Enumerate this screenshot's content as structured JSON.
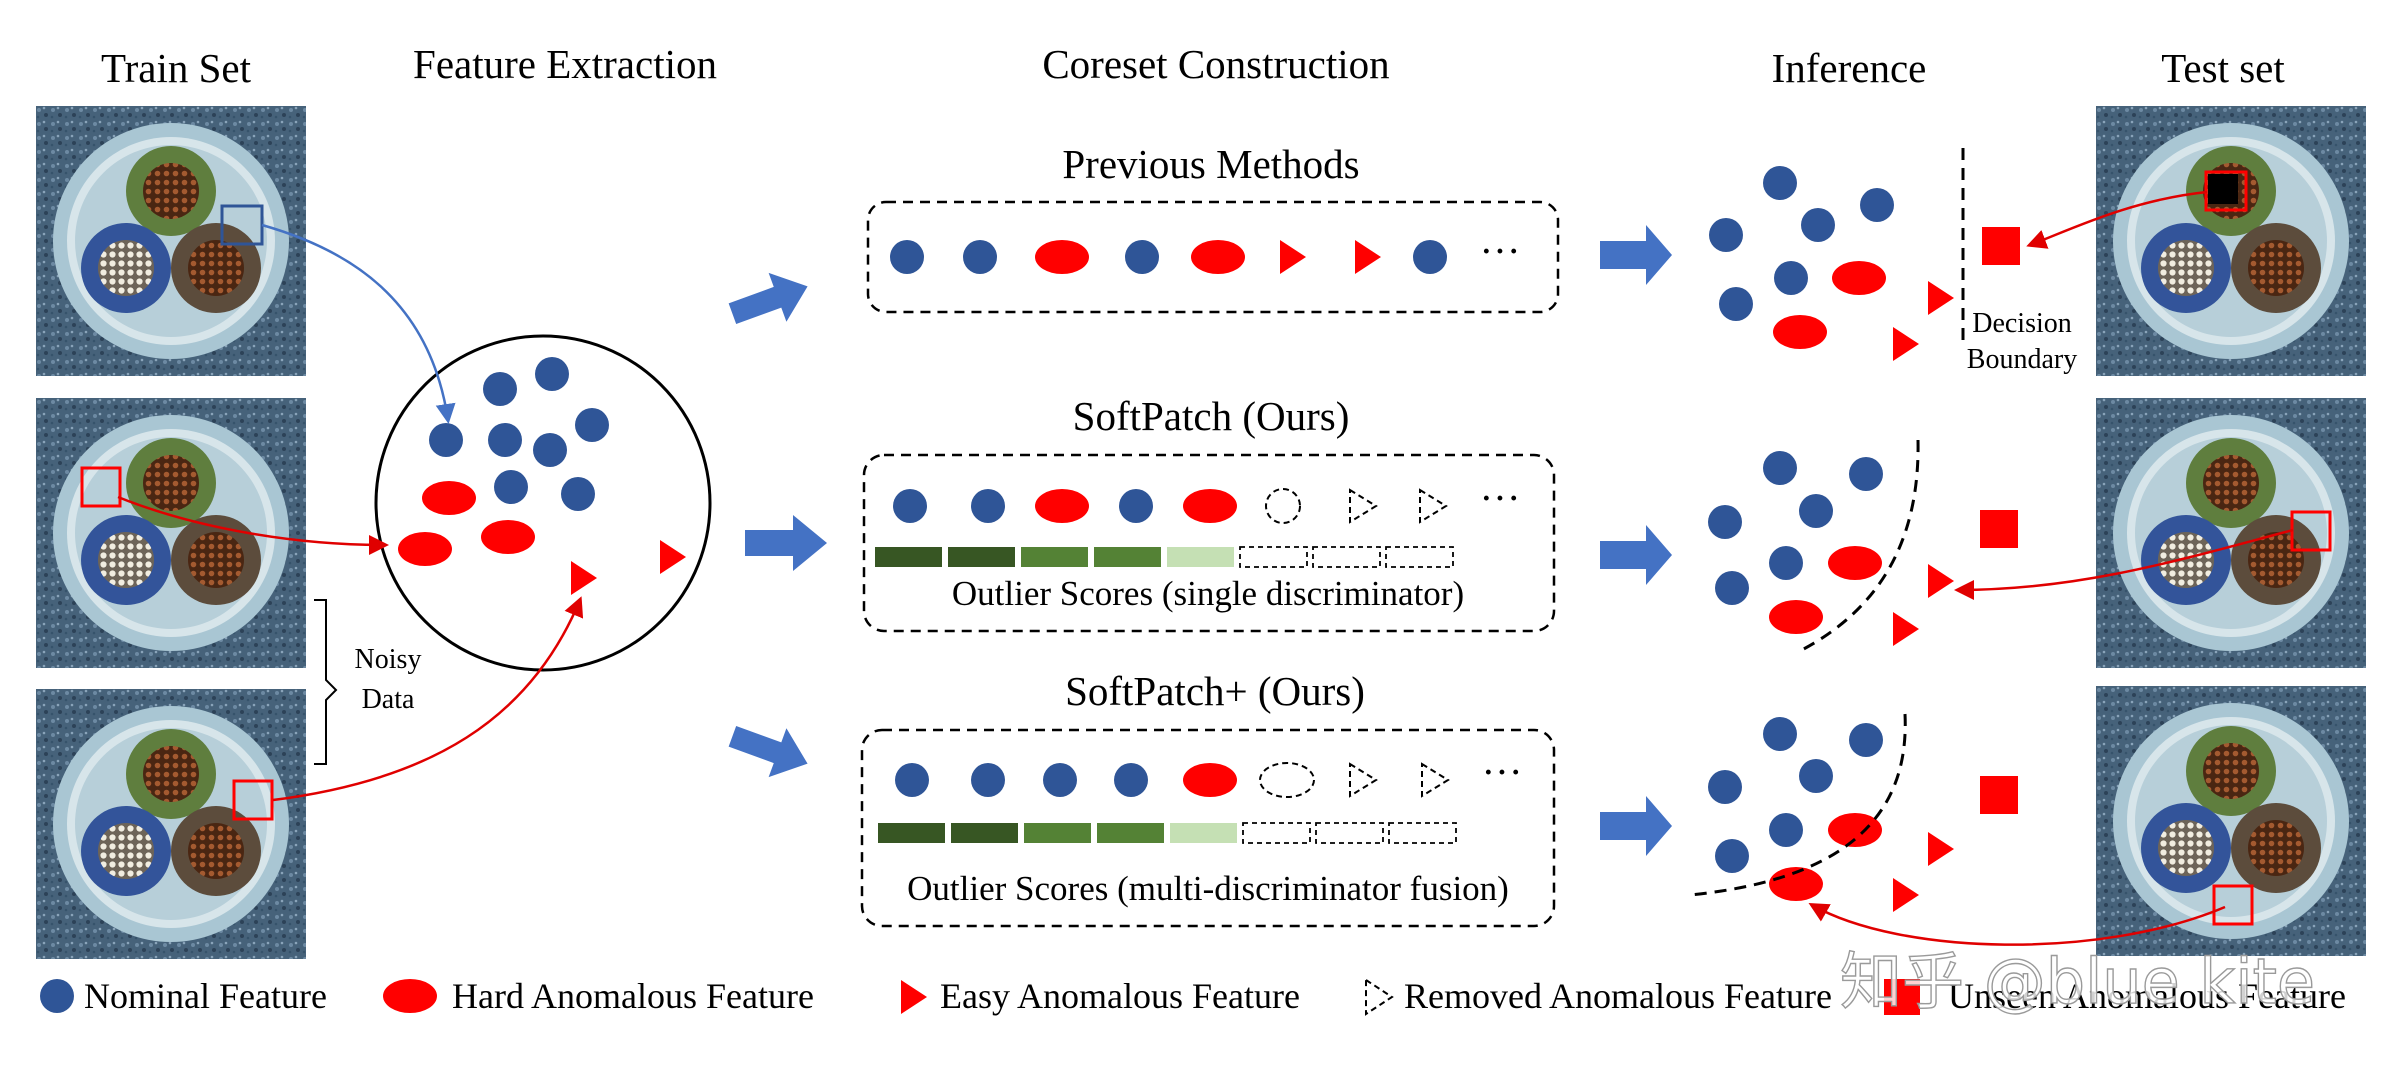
{
  "headers": {
    "train_set": "Train Set",
    "feature_extraction": "Feature Extraction",
    "coreset_construction": "Coreset Construction",
    "inference": "Inference",
    "test_set": "Test set"
  },
  "rows": {
    "previous": "Previous Methods",
    "softpatch": "SoftPatch (Ours)",
    "softpatch_plus": "SoftPatch+ (Ours)"
  },
  "scores": {
    "single": "Outlier Scores (single discriminator)",
    "multi": "Outlier Scores (multi-discriminator fusion)"
  },
  "ellipsis": "···",
  "noisy_data": [
    "Noisy",
    "Data"
  ],
  "decision_boundary": [
    "Decision",
    "Boundary"
  ],
  "legend": {
    "nominal": "Nominal Feature",
    "hard": "Hard Anomalous Feature",
    "easy": "Easy Anomalous Feature",
    "removed": "Removed Anomalous Feature",
    "unseen": "Unseen Anomalous Feature"
  },
  "watermark": "知乎 @blue kite",
  "colors": {
    "nominal": "#2f5597",
    "anomaly": "#ff0000",
    "arrow": "#4472c4",
    "score_dark": "#375623",
    "score_mid": "#548235",
    "score_light": "#c5e0b4"
  }
}
